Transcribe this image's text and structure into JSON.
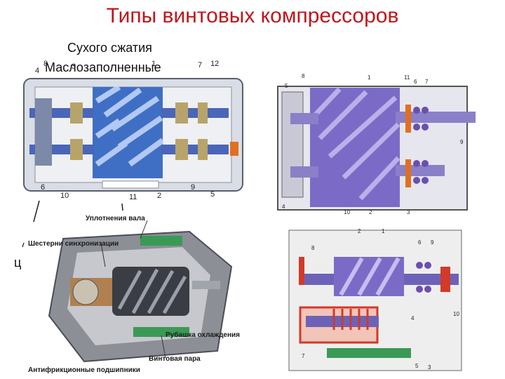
{
  "slide": {
    "title": "Типы винтовых компрессоров",
    "label_dry": "Сухого сжатия",
    "label_oil": "Маслозаполненные",
    "stray_char": "ц"
  },
  "fig_dry_left": {
    "callouts": [
      "1",
      "2",
      "3",
      "4",
      "5",
      "6",
      "7",
      "8",
      "9",
      "10",
      "11",
      "12"
    ]
  },
  "fig_dry_right": {
    "callouts": [
      "1",
      "2",
      "3",
      "4",
      "5",
      "6",
      "7",
      "8",
      "9",
      "10",
      "11"
    ]
  },
  "fig_oil_left": {
    "labels": {
      "seals": "Уплотнения вала",
      "timing_gears": "Шестерни синхронизации",
      "cooling_jacket": "Рубашка охлаждения",
      "bearings": "Антифрикционные подшипники",
      "screw_pair": "Винтовая пара"
    }
  },
  "fig_oil_right": {
    "callouts": [
      "1",
      "2",
      "3",
      "4",
      "5",
      "6",
      "7",
      "8",
      "9",
      "10"
    ]
  },
  "colors": {
    "title": "#c0161b",
    "rotor_blue": "#3f6fc4",
    "rotor_purple": "#7b6bc7",
    "casing": "#d4d8e2",
    "accent_orange": "#e07020",
    "accent_red": "#d23a2a",
    "accent_green": "#3a9a55"
  }
}
